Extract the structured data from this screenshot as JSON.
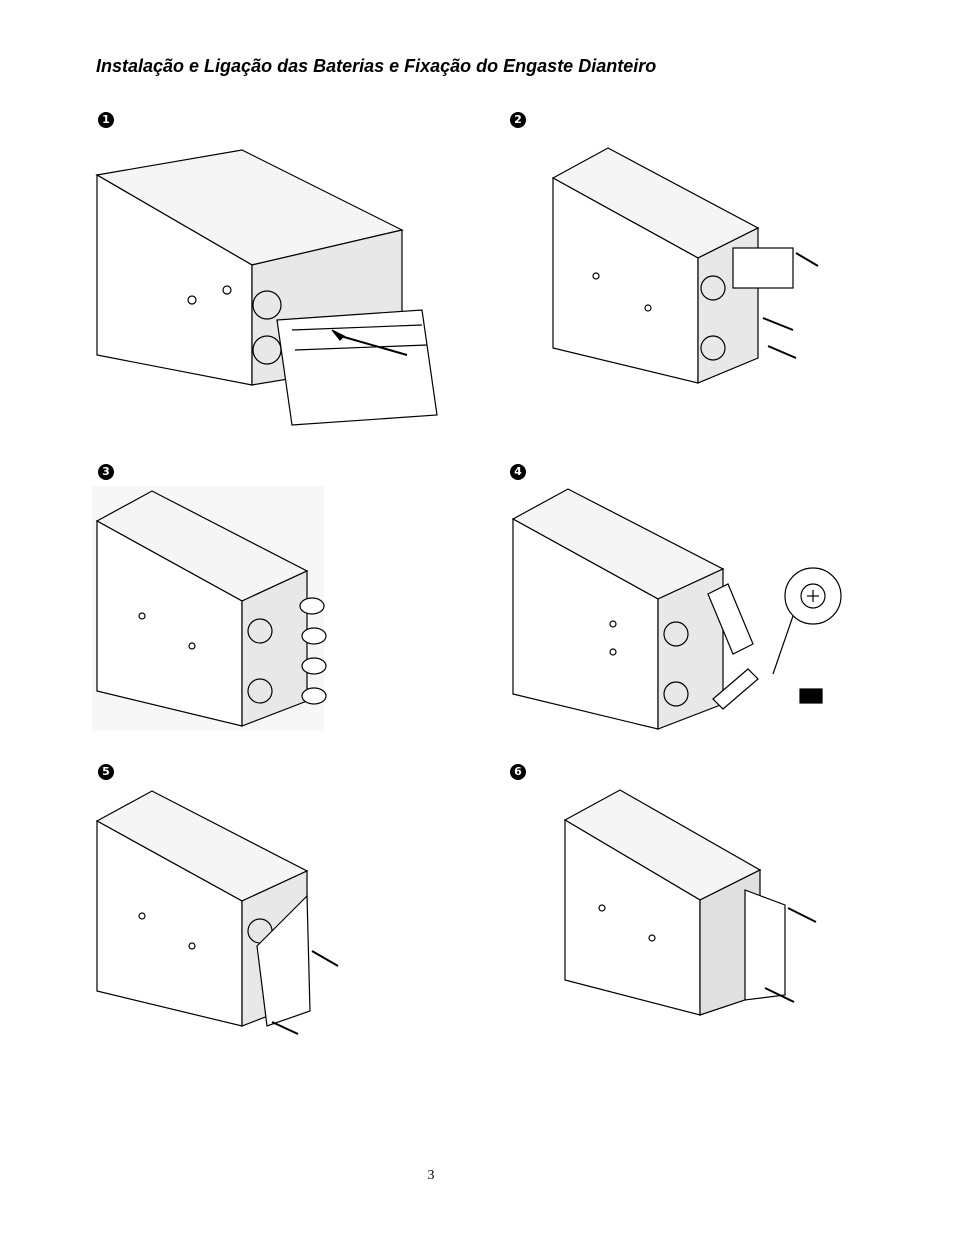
{
  "title": "Instalação e Ligação das Baterias e Fixação do Engaste Dianteiro",
  "steps": [
    {
      "number": "1"
    },
    {
      "number": "2"
    },
    {
      "number": "3"
    },
    {
      "number": "4"
    },
    {
      "number": "5"
    },
    {
      "number": "6"
    }
  ],
  "page_number": "3"
}
